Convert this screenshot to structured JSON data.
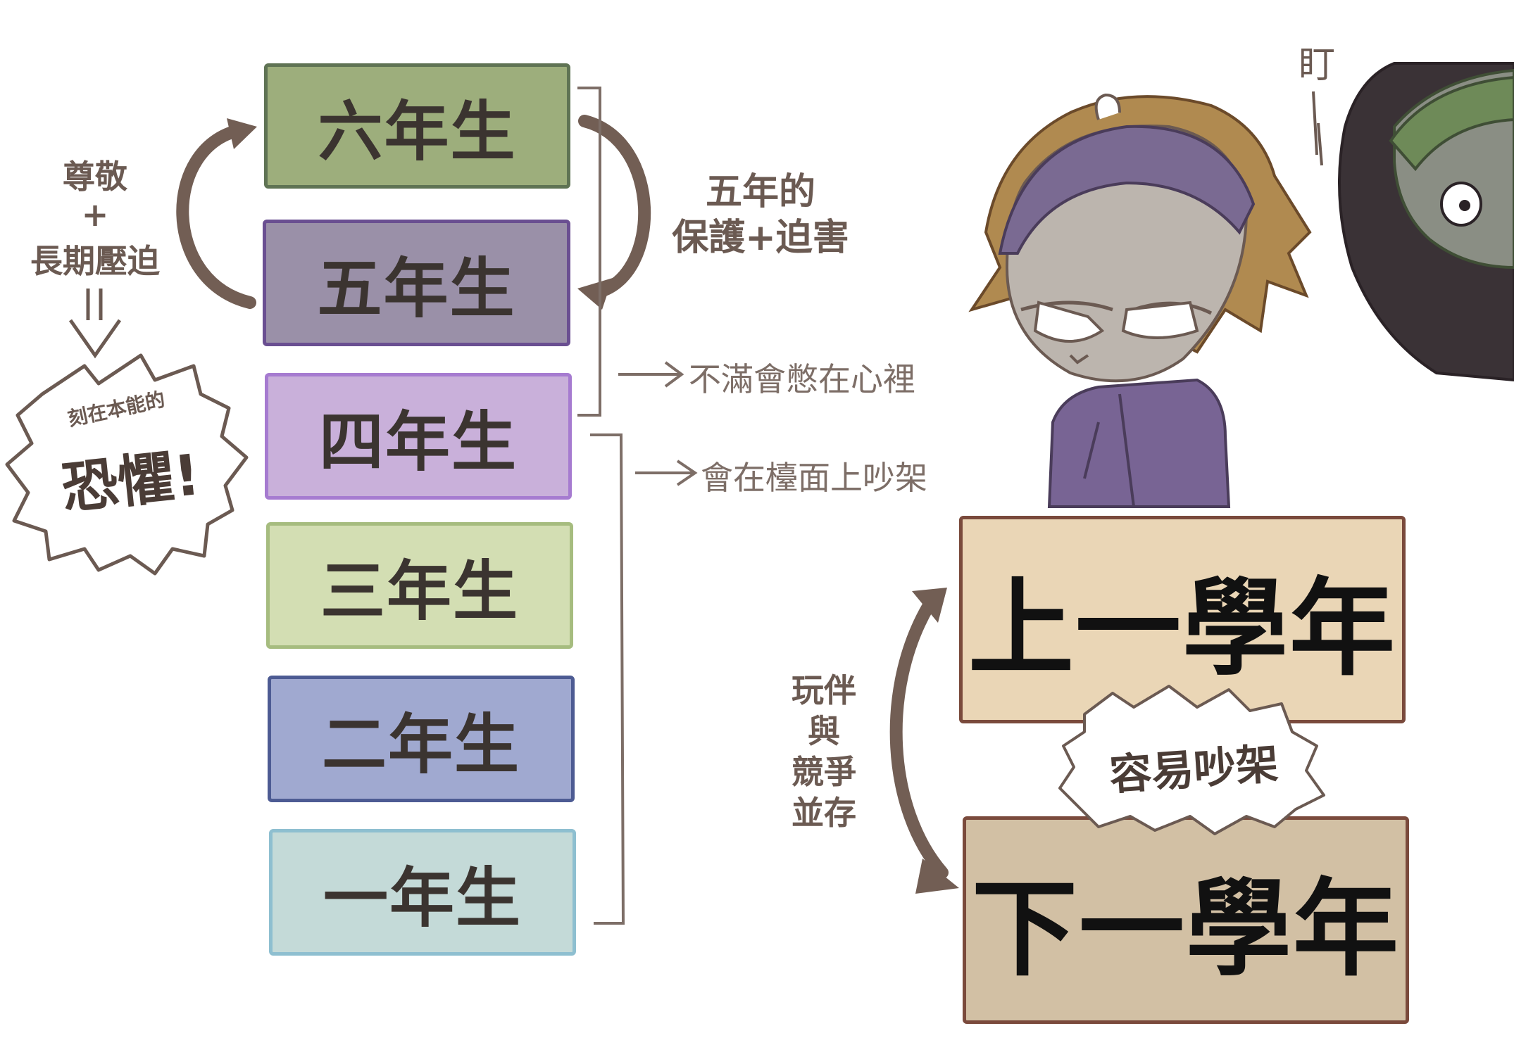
{
  "grades": [
    {
      "label": "六年生",
      "fill": "#9dae7c",
      "border": "#5f7354"
    },
    {
      "label": "五年生",
      "fill": "#9a90a8",
      "border": "#6a4f91"
    },
    {
      "label": "四年生",
      "fill": "#c9b0da",
      "border": "#a67bd0"
    },
    {
      "label": "三年生",
      "fill": "#d3deb3",
      "border": "#a6bc7f"
    },
    {
      "label": "二年生",
      "fill": "#a0a9d0",
      "border": "#4d5b93"
    },
    {
      "label": "一年生",
      "fill": "#c4dad8",
      "border": "#8ebfd0"
    }
  ],
  "left_annotation": {
    "line1": "尊敬",
    "plus": "+",
    "line2": "長期壓迫",
    "equals": "||",
    "burst_small": "刻在本能的",
    "burst_big": "恐懼!"
  },
  "right_annotation": {
    "line1": "五年的",
    "line2": "保護+迫害"
  },
  "notes": {
    "upper": "不滿會憋在心裡",
    "lower": "會在檯面上吵架"
  },
  "years": {
    "upper": {
      "label": "上一學年",
      "fill": "#ead6b6",
      "border": "#7a4a3c"
    },
    "lower": {
      "label": "下一學年",
      "fill": "#d2c0a4",
      "border": "#7a4a3c"
    },
    "burst": "容易吵架",
    "side_label": [
      "玩伴",
      "與",
      "競爭",
      "並存"
    ]
  },
  "character": {
    "stare": "盯"
  },
  "colors": {
    "arrow": "#725e54",
    "bracket": "#7d6e67",
    "text_dark": "#3b3430"
  }
}
